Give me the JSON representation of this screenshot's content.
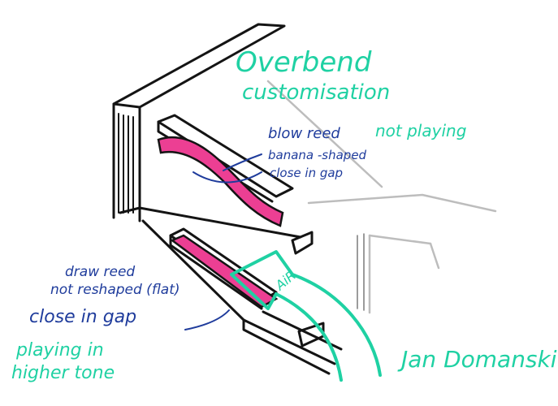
{
  "title": {
    "line1": "Overbend",
    "line2": "customisation"
  },
  "blow_reed": {
    "label": "blow reed",
    "status": "not playing",
    "shape": "banana -shaped",
    "gap": "close in gap"
  },
  "draw_reed": {
    "label": "draw reed",
    "shape": "not reshaped (flat)",
    "gap": "close in gap",
    "status_line1": "playing in",
    "status_line2": "higher tone"
  },
  "air_label": "AiR",
  "signature": "Jan Domanski",
  "colors": {
    "accent_green": "#1fd1a3",
    "ink_blue": "#1f3c9c",
    "reed_pink": "#ec3f93",
    "outline_black": "#141414"
  }
}
